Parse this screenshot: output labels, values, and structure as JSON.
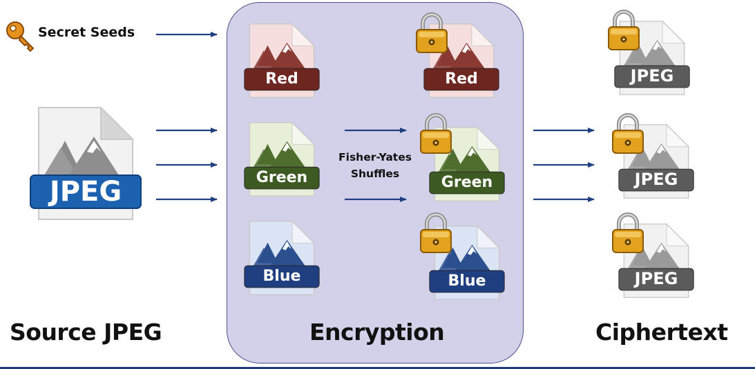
{
  "secret": {
    "label": "Secret Seeds",
    "icon": "key-icon"
  },
  "source": {
    "title": "Source JPEG",
    "file_label": "JPEG",
    "accent": "#1d62b0"
  },
  "encryption": {
    "title": "Encryption",
    "shuffle_label_line1": "Fisher-Yates",
    "shuffle_label_line2": "Shuffles",
    "channels": [
      {
        "name": "Red",
        "color": "#6e2620",
        "tint": "#f6dede",
        "mountain": "#8a3a33"
      },
      {
        "name": "Green",
        "color": "#3c5a22",
        "tint": "#e7efd8",
        "mountain": "#4f6e2e"
      },
      {
        "name": "Blue",
        "color": "#1f3f80",
        "tint": "#dbe4f4",
        "mountain": "#2c4f8e"
      }
    ],
    "lock_icon": "padlock-icon"
  },
  "ciphertext": {
    "title": "Ciphertext",
    "file_label": "JPEG",
    "color": "#5b5b5b"
  },
  "colors": {
    "arrow": "#1f3f80",
    "panel": "#d3d1ea",
    "panel_border": "#4b4f8a"
  }
}
